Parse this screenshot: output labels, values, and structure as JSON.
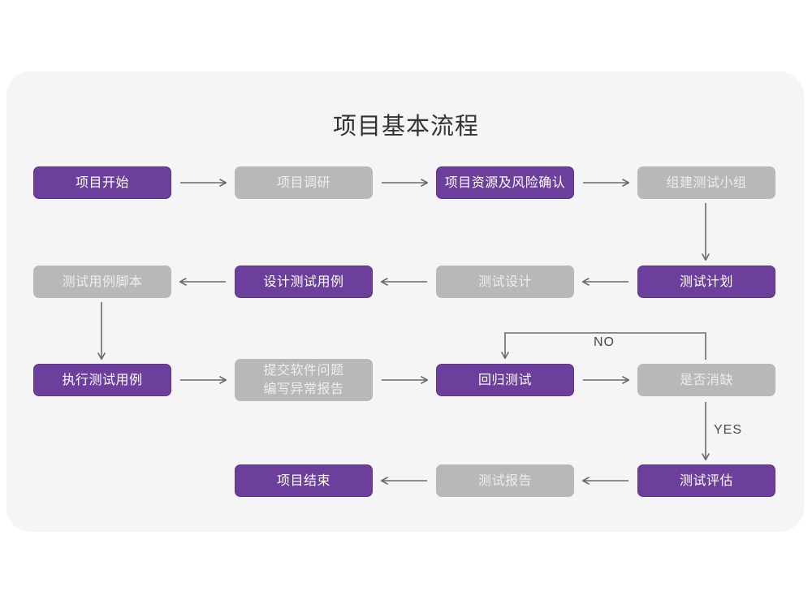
{
  "card": {
    "background_color": "#f5f5f5",
    "page_background_color": "#ffffff"
  },
  "title": "项目基本流程",
  "theme": {
    "primary_color": "#6d3f9c",
    "primary_border_color": "#5d3487",
    "primary_text_color": "#ffffff",
    "muted_color": "#b8b8b8",
    "muted_text_color": "#ededed",
    "connector_color": "#6b6b6b",
    "title_color": "#333333"
  },
  "chart_data": {
    "type": "diagram",
    "title": "项目基本流程",
    "nodes": [
      {
        "id": "n1",
        "label": "项目开始",
        "style": "primary",
        "row": 1,
        "col": 1
      },
      {
        "id": "n2",
        "label": "项目调研",
        "style": "muted",
        "row": 1,
        "col": 2
      },
      {
        "id": "n3",
        "label": "项目资源及风险确认",
        "style": "primary",
        "row": 1,
        "col": 3
      },
      {
        "id": "n4",
        "label": "组建测试小组",
        "style": "muted",
        "row": 1,
        "col": 4
      },
      {
        "id": "n5",
        "label": "测试用例脚本",
        "style": "muted",
        "row": 2,
        "col": 1
      },
      {
        "id": "n6",
        "label": "设计测试用例",
        "style": "primary",
        "row": 2,
        "col": 2
      },
      {
        "id": "n7",
        "label": "测试设计",
        "style": "muted",
        "row": 2,
        "col": 3
      },
      {
        "id": "n8",
        "label": "测试计划",
        "style": "primary",
        "row": 2,
        "col": 4
      },
      {
        "id": "n9",
        "label": "执行测试用例",
        "style": "primary",
        "row": 3,
        "col": 1
      },
      {
        "id": "n10",
        "label": "提交软件问题\n编写异常报告",
        "style": "muted",
        "row": 3,
        "col": 2
      },
      {
        "id": "n11",
        "label": "回归测试",
        "style": "primary",
        "row": 3,
        "col": 3
      },
      {
        "id": "n12",
        "label": "是否消缺",
        "style": "muted",
        "row": 3,
        "col": 4
      },
      {
        "id": "n13",
        "label": "项目结束",
        "style": "primary",
        "row": 4,
        "col": 2
      },
      {
        "id": "n14",
        "label": "测试报告",
        "style": "muted",
        "row": 4,
        "col": 3
      },
      {
        "id": "n15",
        "label": "测试评估",
        "style": "primary",
        "row": 4,
        "col": 4
      }
    ],
    "edges": [
      {
        "from": "n1",
        "to": "n2",
        "direction": "right",
        "label": ""
      },
      {
        "from": "n2",
        "to": "n3",
        "direction": "right",
        "label": ""
      },
      {
        "from": "n3",
        "to": "n4",
        "direction": "right",
        "label": ""
      },
      {
        "from": "n4",
        "to": "n8",
        "direction": "down",
        "label": ""
      },
      {
        "from": "n8",
        "to": "n7",
        "direction": "left",
        "label": ""
      },
      {
        "from": "n7",
        "to": "n6",
        "direction": "left",
        "label": ""
      },
      {
        "from": "n6",
        "to": "n5",
        "direction": "left",
        "label": ""
      },
      {
        "from": "n5",
        "to": "n9",
        "direction": "down",
        "label": ""
      },
      {
        "from": "n9",
        "to": "n10",
        "direction": "right",
        "label": ""
      },
      {
        "from": "n10",
        "to": "n11",
        "direction": "right",
        "label": ""
      },
      {
        "from": "n11",
        "to": "n12",
        "direction": "right",
        "label": ""
      },
      {
        "from": "n12",
        "to": "n11",
        "direction": "loop-up",
        "label": "NO"
      },
      {
        "from": "n12",
        "to": "n15",
        "direction": "down",
        "label": "YES"
      },
      {
        "from": "n15",
        "to": "n14",
        "direction": "left",
        "label": ""
      },
      {
        "from": "n14",
        "to": "n13",
        "direction": "left",
        "label": ""
      }
    ],
    "edge_labels": [
      "NO",
      "YES"
    ]
  },
  "labels": {
    "no": "NO",
    "yes": "YES"
  }
}
